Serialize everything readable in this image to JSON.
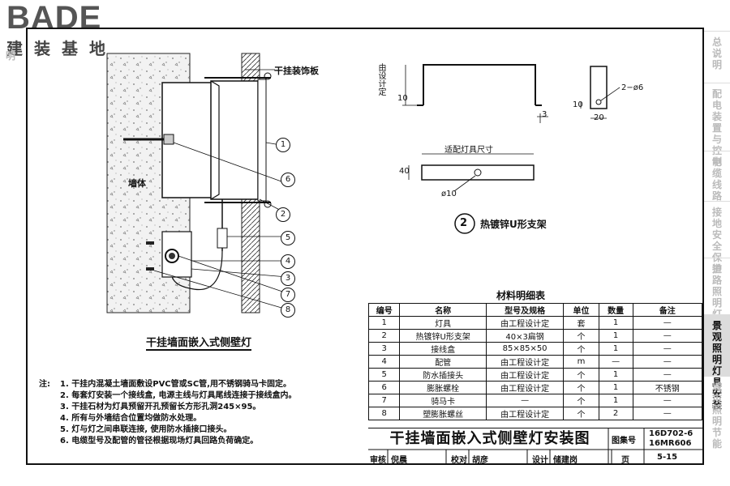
{
  "logo": {
    "word": "BADE",
    "sub": "建装基地"
  },
  "left_strip": "明",
  "sidebar": [
    {
      "label": "总说明",
      "active": false
    },
    {
      "label": "配电装置与控制",
      "active": false
    },
    {
      "label": "电缆线路",
      "active": false
    },
    {
      "label": "接地安全保护",
      "active": false
    },
    {
      "label": "道路照明灯具安装",
      "active": false
    },
    {
      "label": "景观照明灯具安装",
      "active": true
    },
    {
      "label": "城市照明节能",
      "active": false
    }
  ],
  "section_view": {
    "title": "干挂墙面嵌入式侧壁灯",
    "wall_label": "墙体",
    "cladding_label": "干挂装饰板",
    "callouts": [
      "1",
      "6",
      "2",
      "5",
      "4",
      "3",
      "7",
      "8"
    ]
  },
  "bracket_detail": {
    "number": "2",
    "title": "热镀锌U形支架",
    "by_design": "由设计定",
    "fit_size": "适配灯具尺寸",
    "dims": {
      "d10": "10",
      "d3": "3",
      "d40": "40",
      "phi10": "ø10",
      "d10b": "10",
      "d20": "20",
      "holes": "2−ø6"
    }
  },
  "materials": {
    "title": "材料明细表",
    "headers": [
      "编号",
      "名称",
      "型号及规格",
      "单位",
      "数量",
      "备注"
    ],
    "rows": [
      [
        "1",
        "灯具",
        "由工程设计定",
        "套",
        "1",
        "—"
      ],
      [
        "2",
        "热镀锌U形支架",
        "40×3扁钢",
        "个",
        "1",
        "—"
      ],
      [
        "3",
        "接线盒",
        "85×85×50",
        "个",
        "1",
        "—"
      ],
      [
        "4",
        "配管",
        "由工程设计定",
        "m",
        "—",
        "—"
      ],
      [
        "5",
        "防水插接头",
        "由工程设计定",
        "个",
        "1",
        "—"
      ],
      [
        "6",
        "膨胀螺栓",
        "由工程设计定",
        "个",
        "1",
        "不锈钢"
      ],
      [
        "7",
        "骑马卡",
        "—",
        "个",
        "1",
        "—"
      ],
      [
        "8",
        "塑膨胀螺丝",
        "由工程设计定",
        "个",
        "2",
        "—"
      ]
    ]
  },
  "notes": {
    "heading": "注:",
    "lines": [
      "1. 干挂内混凝土墙面敷设PVC管或SC管,用不锈钢骑马卡固定。",
      "2. 每套灯安装一个接线盒, 电源主线与灯具尾线连接于接线盒内。",
      "3. 干挂石材为灯具预留开孔预留长方形孔洞245×95。",
      "4. 所有与外墙结合位置均做防水处理。",
      "5. 灯与灯之间串联连接, 使用防水插接口接头。",
      "6. 电缆型号及配管的管径根据现场灯具回路负荷确定。"
    ]
  },
  "title_block": {
    "title": "干挂墙面嵌入式侧壁灯安装图",
    "atlas_label": "图集号",
    "atlas_no_1": "16D702-6",
    "atlas_no_2": "16MR606",
    "review_label": "审核",
    "review_name": "倪晨",
    "check_label": "校对",
    "check_name": "胡彦",
    "design_label": "设计",
    "design_name": "储建岗",
    "page_label": "页",
    "page_no": "5-15"
  }
}
